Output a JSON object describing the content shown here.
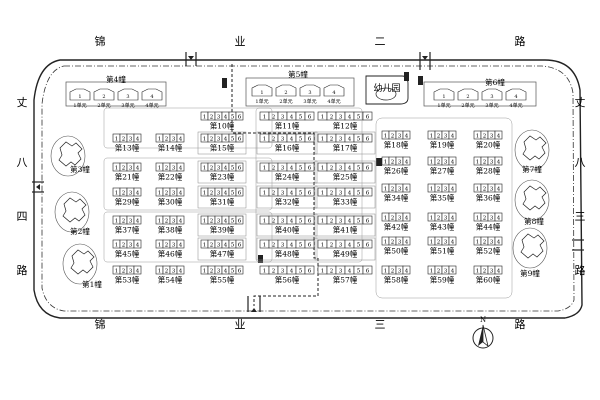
{
  "map": {
    "roads": {
      "north": [
        "锦",
        "业",
        "二",
        "路"
      ],
      "south": [
        "锦",
        "业",
        "三",
        "路"
      ],
      "west": [
        "丈",
        "八",
        "四",
        "路"
      ],
      "east": [
        "丈",
        "八",
        "三",
        "路"
      ]
    },
    "compass": "N",
    "kindergarten": "幼儿园",
    "north_row": [
      {
        "label": "第4幢",
        "units": [
          "1单元",
          "2单元",
          "3单元",
          "4单元"
        ]
      },
      {
        "label": "第5幢",
        "units": [
          "1单元",
          "2单元",
          "3单元",
          "4单元"
        ]
      },
      {
        "label": "第6幢",
        "units": [
          "1单元",
          "2单元",
          "3单元",
          "4单元"
        ]
      }
    ],
    "west_towers": [
      "第3幢",
      "第2幢",
      "第1幢"
    ],
    "east_towers": [
      "第7幢",
      "第8幢",
      "第9幢"
    ],
    "west_area_rows": [
      [
        "第10幢",
        "第11幢",
        "第12幢"
      ],
      [
        "第13幢",
        "第14幢",
        "第15幢",
        "第16幢",
        "第17幢"
      ],
      [
        "第21幢",
        "第22幢",
        "第23幢",
        "第24幢",
        "第25幢"
      ],
      [
        "第29幢",
        "第30幢",
        "第31幢",
        "第32幢",
        "第33幢"
      ],
      [
        "第37幢",
        "第38幢",
        "第39幢",
        "第40幢",
        "第41幢"
      ],
      [
        "第45幢",
        "第46幢",
        "第47幢",
        "第48幢",
        "第49幢"
      ],
      [
        "第53幢",
        "第54幢",
        "第55幢",
        "第56幢",
        "第57幢"
      ]
    ],
    "east_area_rows": [
      [
        "第18幢",
        "第19幢",
        "第20幢"
      ],
      [
        "第26幢",
        "第27幢",
        "第28幢"
      ],
      [
        "第34幢",
        "第35幢",
        "第36幢"
      ],
      [
        "第42幢",
        "第43幢",
        "第44幢"
      ],
      [
        "第50幢",
        "第51幢",
        "第52幢"
      ],
      [
        "第58幢",
        "第59幢",
        "第60幢"
      ]
    ],
    "unit_numbers_6": [
      "1",
      "2",
      "3",
      "4",
      "5",
      "6"
    ],
    "unit_numbers_4": [
      "1",
      "2",
      "3",
      "4"
    ]
  }
}
